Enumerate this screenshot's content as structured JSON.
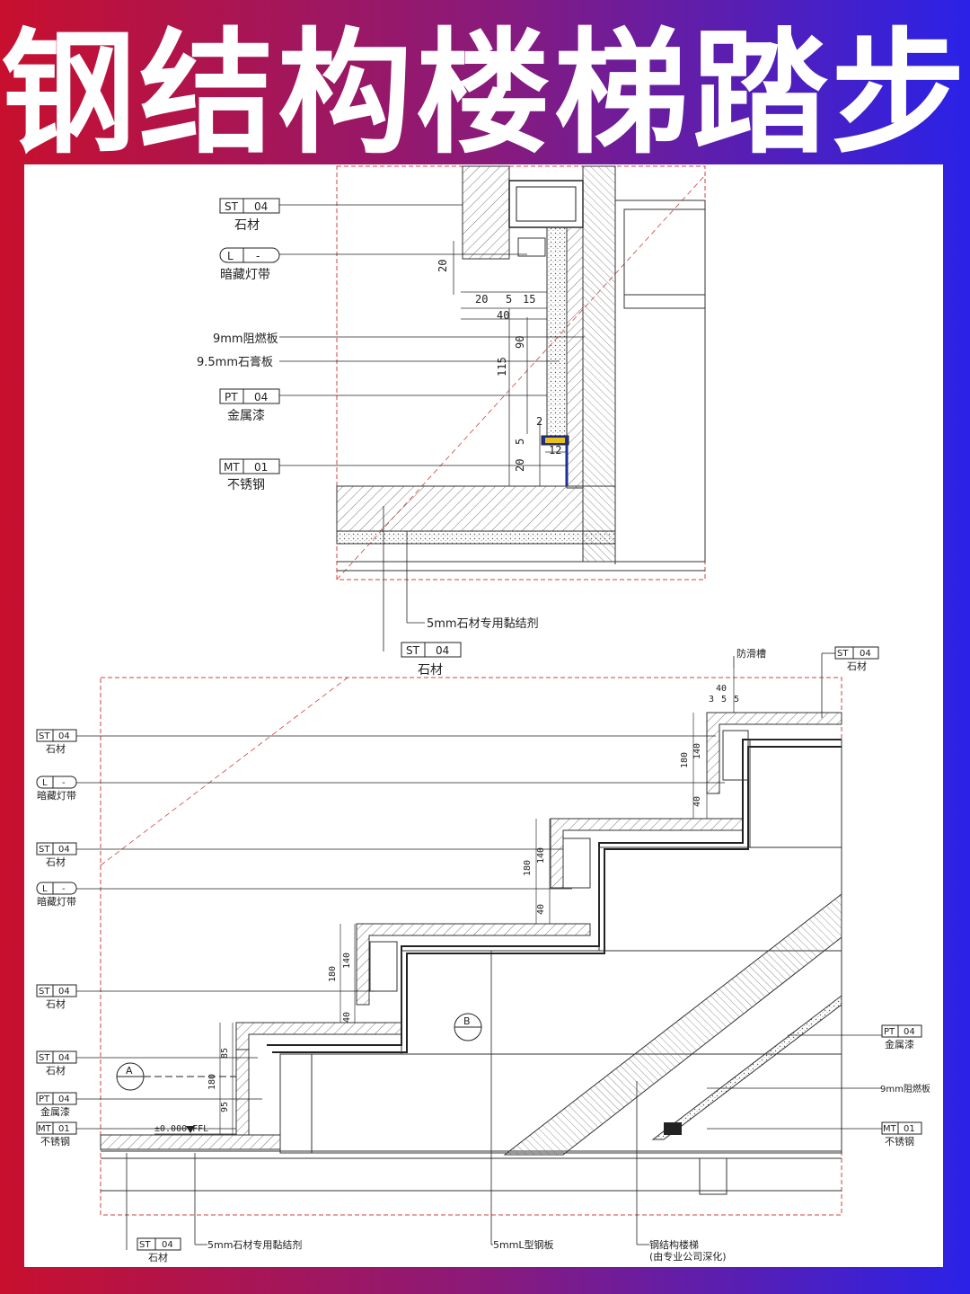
{
  "title": "钢结构楼梯踏步",
  "top_detail": {
    "tags": [
      {
        "code": "ST",
        "num": "04",
        "desc": "石材"
      },
      {
        "code": "L",
        "num": "-",
        "desc": "暗藏灯带"
      },
      {
        "code": "PT",
        "num": "04",
        "desc": "金属漆"
      },
      {
        "code": "MT",
        "num": "01",
        "desc": "不锈钢"
      }
    ],
    "notes": [
      "9mm阻燃板",
      "9.5mm石膏板"
    ],
    "dims": [
      "20",
      "20",
      "5",
      "15",
      "40",
      "90",
      "115",
      "2",
      "5",
      "12",
      "20"
    ],
    "bottom_note": "5mm石材专用黏结剂",
    "bottom_tag": {
      "code": "ST",
      "num": "04",
      "desc": "石材"
    }
  },
  "bottom_detail": {
    "left_tags": [
      {
        "code": "ST",
        "num": "04",
        "desc": "石材"
      },
      {
        "code": "L",
        "num": "-",
        "desc": "暗藏灯带"
      },
      {
        "code": "ST",
        "num": "04",
        "desc": "石材"
      },
      {
        "code": "L",
        "num": "-",
        "desc": "暗藏灯带"
      },
      {
        "code": "ST",
        "num": "04",
        "desc": "石材"
      },
      {
        "code": "ST",
        "num": "04",
        "desc": "石材"
      },
      {
        "code": "PT",
        "num": "04",
        "desc": "金属漆"
      },
      {
        "code": "MT",
        "num": "01",
        "desc": "不锈钢"
      }
    ],
    "right_tags": [
      {
        "code": "ST",
        "num": "04",
        "desc": "石材"
      },
      {
        "code": "PT",
        "num": "04",
        "desc": "金属漆"
      },
      {
        "code": "MT",
        "num": "01",
        "desc": "不锈钢"
      }
    ],
    "anti_slip": "防滑槽",
    "anti_slip_dim": "40",
    "step_top_dims": [
      "3",
      "5",
      "5"
    ],
    "riser_dims": [
      "180",
      "140",
      "40"
    ],
    "first_step_dims": [
      "180",
      "85",
      "95"
    ],
    "section_a": "A",
    "section_b": "B",
    "level": "±0.000 FFL",
    "fire_board": "9mm阻燃板",
    "bottom_notes": [
      {
        "code": "ST",
        "num": "04",
        "desc": "石材"
      },
      {
        "text": "5mm石材专用黏结剂"
      },
      {
        "text": "5mmL型钢板"
      },
      {
        "text": "钢结构楼梯",
        "sub": "(由专业公司深化)"
      }
    ]
  }
}
